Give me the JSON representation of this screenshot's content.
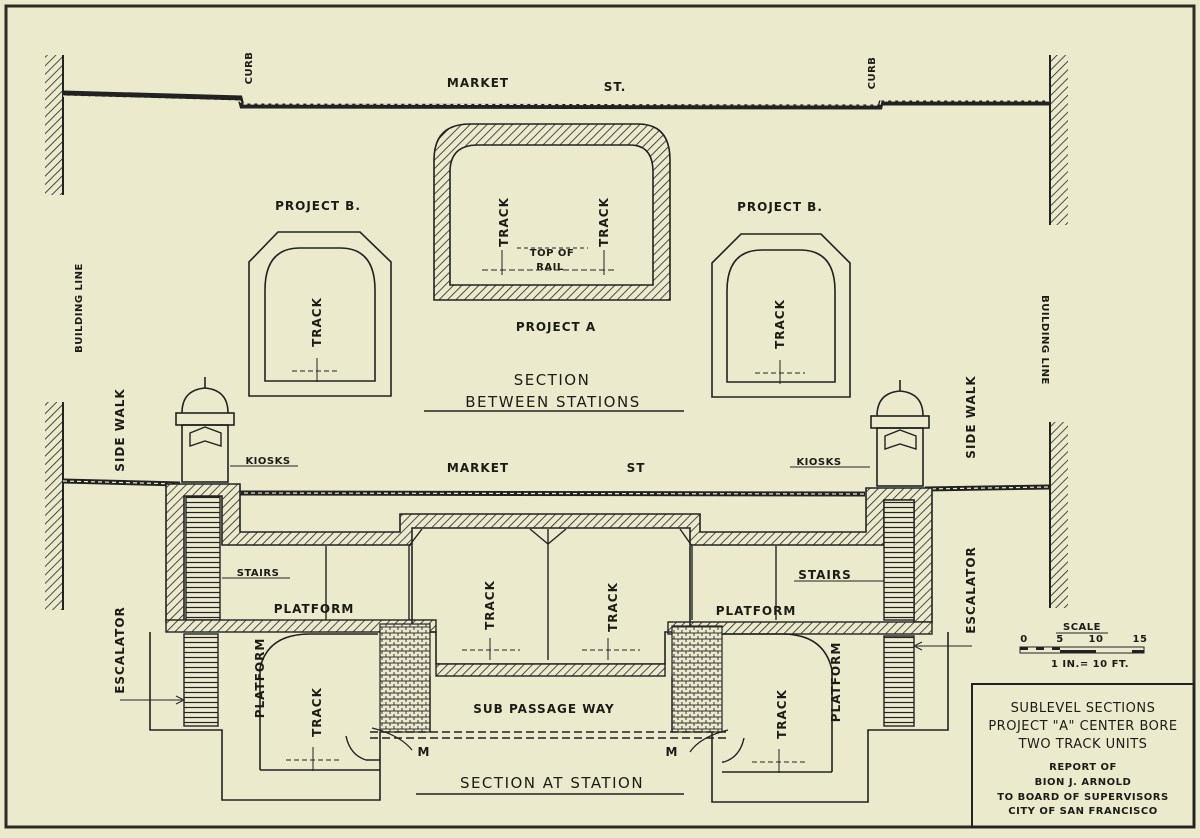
{
  "labels": {
    "market": "MARKET",
    "st": "ST.",
    "st_lower": "ST",
    "curb": "CURB",
    "project_b": "PROJECT B.",
    "project_a": "PROJECT A",
    "track": "TRACK",
    "top_of": "TOP OF",
    "rail": "RAIL",
    "building_line": "BUILDING LINE",
    "side_walk": "SIDE WALK",
    "section": "SECTION",
    "between_stations": "BETWEEN STATIONS",
    "kiosks": "KIOSKS",
    "stairs": "STAIRS",
    "platform": "PLATFORM",
    "escalator": "ESCALATOR",
    "sub_passage": "SUB PASSAGE WAY",
    "m": "M",
    "section_at_station": "SECTION AT STATION"
  },
  "scale": {
    "title": "SCALE",
    "ticks": [
      "0",
      "5",
      "10",
      "15"
    ],
    "note": "1 IN.= 10 FT."
  },
  "title_block": {
    "line1": "SUBLEVEL SECTIONS",
    "line2": "PROJECT \"A\" CENTER BORE",
    "line3": "TWO TRACK UNITS",
    "line4": "REPORT OF",
    "line5": "BION J. ARNOLD",
    "line6": "TO BOARD OF SUPERVISORS",
    "line7": "CITY OF SAN FRANCISCO"
  }
}
